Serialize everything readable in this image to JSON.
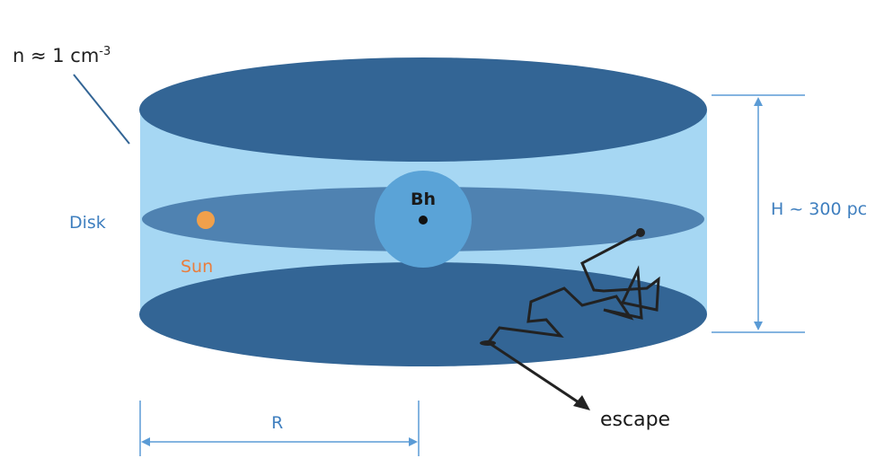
{
  "labels": {
    "density_prefix": "n ≈ 1 cm",
    "density_exp": "-3",
    "disk": "Disk",
    "sun": "Sun",
    "black_hole": "Bh",
    "height": "H ~ 300 pc",
    "radius": "R",
    "escape": "escape"
  },
  "colors": {
    "cylinder_body": "#a6d7f3",
    "cylinder_caps": "#336595",
    "midplane": "#4f82b1",
    "black_hole_sphere": "#5aa3d7",
    "sun": "#f0a04b",
    "dimension": "#5b9bd5",
    "label_blue": "#3f7fbf",
    "label_orange": "#ea7d3c",
    "path": "#222222"
  }
}
